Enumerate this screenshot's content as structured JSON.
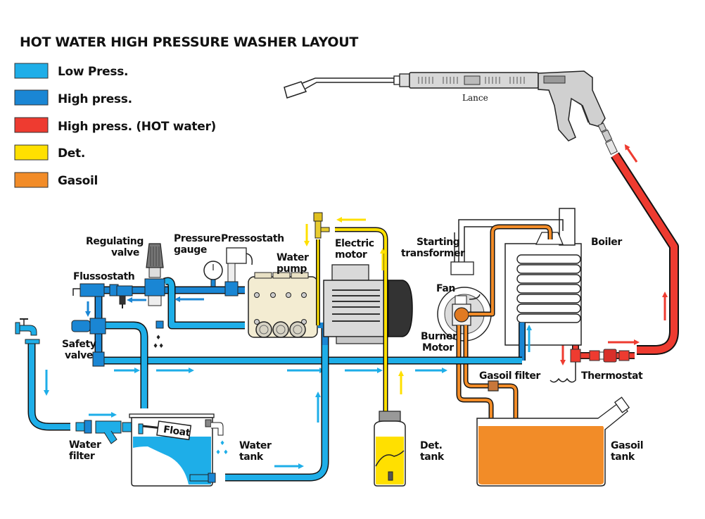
{
  "title": "HOT WATER HIGH PRESSURE WASHER LAYOUT",
  "legend": [
    {
      "label": "Low Press.",
      "color": "#1eaee8"
    },
    {
      "label": "High press.",
      "color": "#1a86d4"
    },
    {
      "label": "High press. (HOT water)",
      "color": "#ee3b30"
    },
    {
      "label": "Det.",
      "color": "#ffe000"
    },
    {
      "label": "Gasoil",
      "color": "#f28c28"
    }
  ],
  "colors": {
    "low_pressure": "#1eaee8",
    "high_pressure": "#1a86d4",
    "hot_water": "#ee3b30",
    "detergent": "#ffe000",
    "gasoil": "#f28c28",
    "pump_body": "#f3ecd2",
    "motor_body": "#d9d9d9"
  },
  "labels": {
    "lance": "Lance",
    "regulating_valve": [
      "Regulating",
      "valve"
    ],
    "pressure_gauge": [
      "Pressure",
      "gauge"
    ],
    "pressostath": "Pressostath",
    "water_pump": [
      "Water",
      "pump"
    ],
    "electric_motor": [
      "Electric",
      "motor"
    ],
    "starting_transformer": [
      "Starting",
      "transformer"
    ],
    "boiler": "Boiler",
    "flussostath": "Flussostath",
    "fan": "Fan",
    "burner_motor": [
      "Burner",
      "Motor"
    ],
    "safety_valve": [
      "Safety",
      "valve"
    ],
    "gasoil_filter": "Gasoil  filter",
    "thermostat": "Thermostat",
    "water_filter": [
      "Water",
      "filter"
    ],
    "float": "Float",
    "water_tank": [
      "Water",
      "tank"
    ],
    "det_tank": [
      "Det.",
      "tank"
    ],
    "gasoil_tank": [
      "Gasoil",
      "tank"
    ]
  },
  "levels": {
    "water_tank_fill": 0.62,
    "det_tank_fill": 0.62,
    "gasoil_tank_fill": 0.78
  }
}
